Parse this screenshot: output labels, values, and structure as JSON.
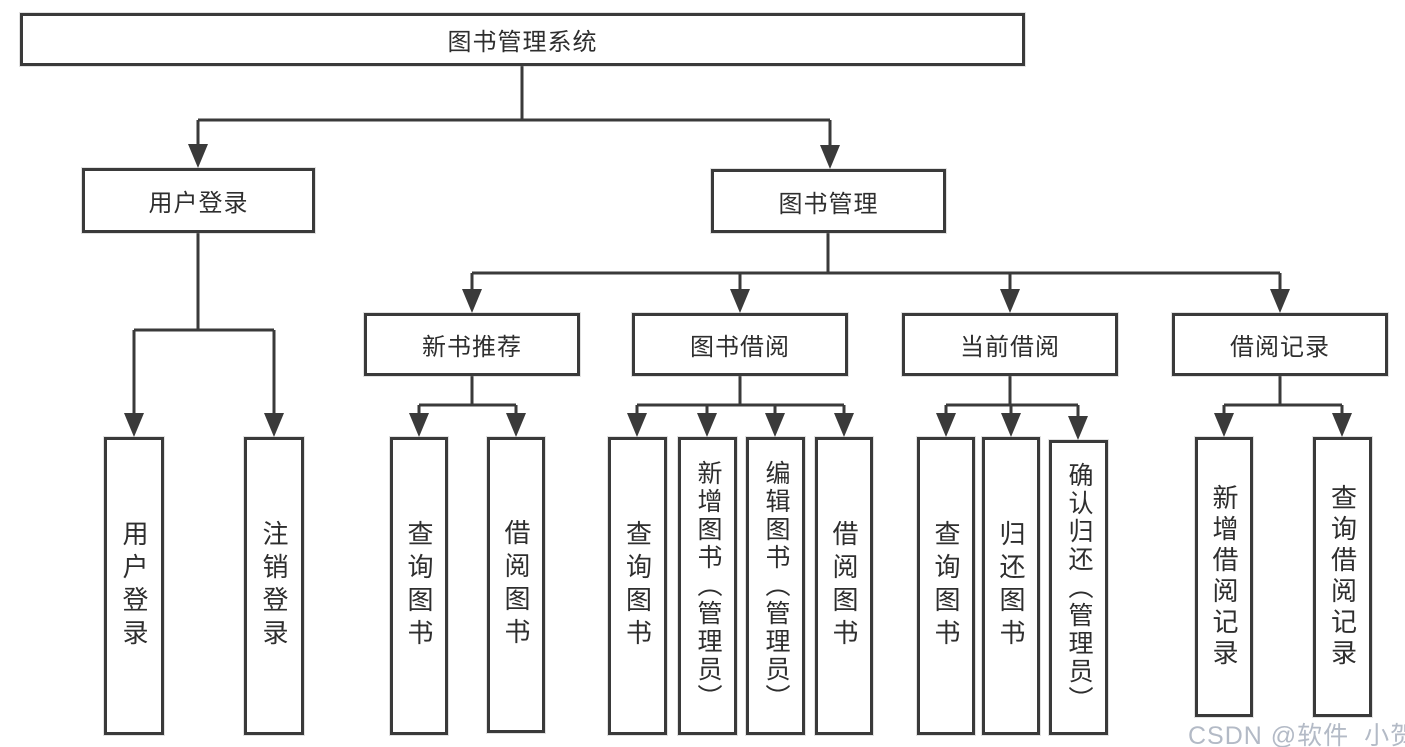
{
  "diagram": {
    "title": "图书管理系统",
    "type": "hierarchy-tree",
    "tree": {
      "label": "图书管理系统",
      "children": [
        {
          "label": "用户登录",
          "children": [
            {
              "label": "用户登录"
            },
            {
              "label": "注销登录"
            }
          ]
        },
        {
          "label": "图书管理",
          "children": [
            {
              "label": "新书推荐",
              "children": [
                {
                  "label": "查询图书"
                },
                {
                  "label": "借阅图书"
                }
              ]
            },
            {
              "label": "图书借阅",
              "children": [
                {
                  "label": "查询图书"
                },
                {
                  "label": "新增图书（管理员）"
                },
                {
                  "label": "编辑图书（管理员）"
                },
                {
                  "label": "借阅图书"
                }
              ]
            },
            {
              "label": "当前借阅",
              "children": [
                {
                  "label": "查询图书"
                },
                {
                  "label": "归还图书"
                },
                {
                  "label": "确认归还（管理员）"
                }
              ]
            },
            {
              "label": "借阅记录",
              "children": [
                {
                  "label": "新增借阅记录"
                },
                {
                  "label": "查询借阅记录"
                }
              ]
            }
          ]
        }
      ]
    }
  },
  "watermark": {
    "text": "CSDN @软件_小贺同学",
    "color": "#b3bac6"
  },
  "colors": {
    "line": "#3a3a3a",
    "border": "#3a3a3a",
    "text": "#2e2e2e",
    "background": "#ffffff"
  }
}
